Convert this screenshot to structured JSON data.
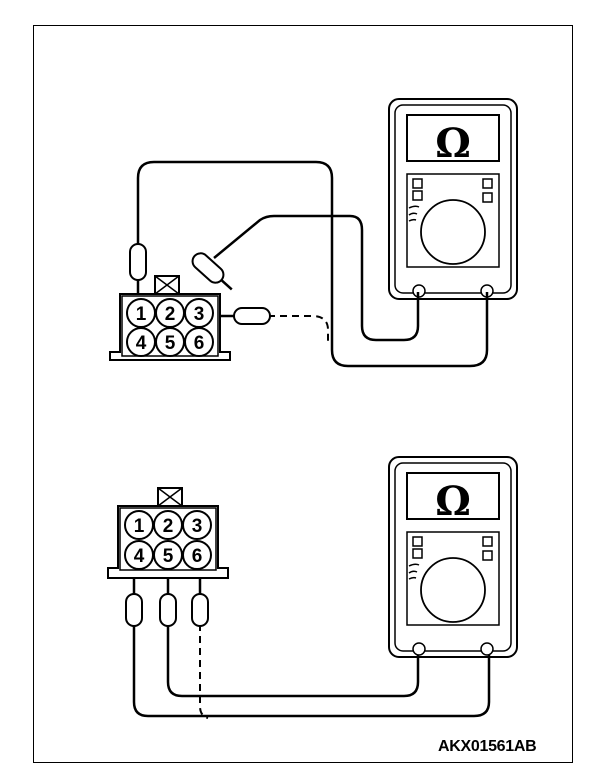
{
  "figure_id": "AKX01561AB",
  "meter_symbol": "Ω",
  "connector_top": {
    "pins_row1": [
      "1",
      "2",
      "3"
    ],
    "pins_row2": [
      "4",
      "5",
      "6"
    ]
  },
  "connector_bottom": {
    "pins_row1": [
      "1",
      "2",
      "3"
    ],
    "pins_row2": [
      "4",
      "5",
      "6"
    ]
  }
}
